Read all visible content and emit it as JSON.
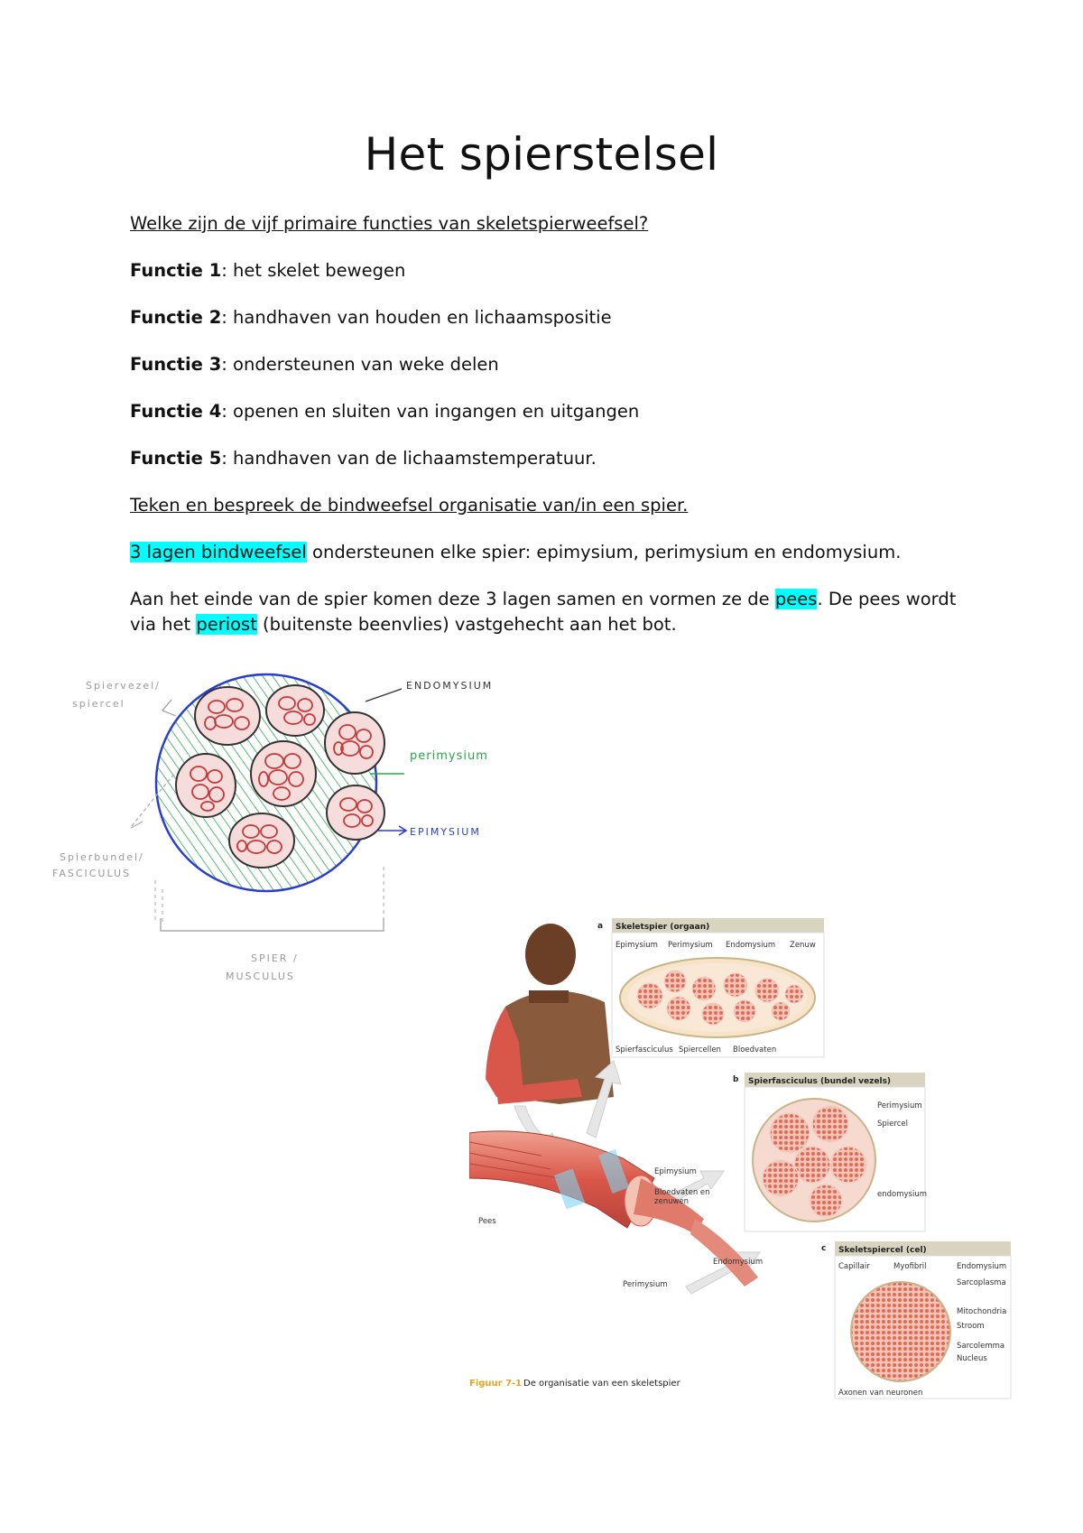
{
  "title": "Het spierstelsel",
  "question1": "Welke zijn de vijf primaire functies van skeletspierweefsel?",
  "functions": [
    {
      "label": "Functie 1",
      "text": ": het skelet bewegen"
    },
    {
      "label": "Functie 2",
      "text": ": handhaven van houden en lichaamspositie"
    },
    {
      "label": "Functie 3",
      "text": ": ondersteunen van weke delen"
    },
    {
      "label": "Functie 4",
      "text": ": openen en sluiten van ingangen en uitgangen"
    },
    {
      "label": "Functie 5",
      "text": ": handhaven van de lichaamstemperatuur."
    }
  ],
  "question2": "Teken en bespreek de bindweefsel organisatie van/in een spier.",
  "para1": {
    "highlight": "3 lagen bindweefsel",
    "rest": " ondersteunen elke spier: epimysium, perimysium en endomysium."
  },
  "para2": {
    "t1": "Aan het einde van de spier komen deze 3 lagen samen en vormen ze de ",
    "h1": "pees",
    "t2": ". De pees wordt via het ",
    "h2": "periost",
    "t3": " (buitenste beenvlies) vastgehecht aan het bot."
  },
  "sketch": {
    "labels": {
      "spiervezel": "Spiervezel/",
      "spiercel": "spiercel",
      "endomysium": "ENDOMYSIUM",
      "perimysium": "perimysium",
      "epimysium": "EPIMYSIUM",
      "spierbundel": "Spierbundel/",
      "fasciculus": "FASCICULUS",
      "spier": "SPIER /",
      "musculus": "MUSCULUS"
    },
    "colors": {
      "epimysium": "#2a3fc9",
      "perimysium": "#27a84a",
      "fiber": "#c43a3a",
      "fill": "#f3d0d0"
    }
  },
  "figure": {
    "panel_a": {
      "letter": "a",
      "header": "Skeletspier (orgaan)",
      "top_labels": [
        "Epimysium",
        "Perimysium",
        "Endomysium",
        "Zenuw"
      ],
      "bottom_labels": [
        "Spierfasciculus",
        "Spiercellen",
        "Bloedvaten"
      ]
    },
    "panel_b": {
      "letter": "b",
      "header": "Spierfasciculus (bundel vezels)",
      "labels": [
        "Perimysium",
        "Spiercel",
        "endomysium"
      ]
    },
    "panel_c": {
      "letter": "c",
      "header": "Skeletspiercel (cel)",
      "left_labels": [
        "Capillair",
        "Myofibril"
      ],
      "right_labels": [
        "Endomysium",
        "Sarcoplasma",
        "Mitochondria",
        "Stroom",
        "Sarcolemma",
        "Nucleus"
      ],
      "bottom_label": "Axonen van neuronen"
    },
    "muscle_labels": {
      "epimysium": "Epimysium",
      "vessels_1": "Bloedvaten en",
      "vessels_2": "zenuwen",
      "pees": "Pees",
      "endomysium": "Endomysium",
      "perimysium": "Perimysium"
    },
    "caption_num": "Figuur 7-1",
    "caption_text": "De organisatie van een skeletspier",
    "colors": {
      "caption": "#e8a320",
      "muscle": "#d9574a",
      "skin": "#8a5a3c",
      "header_bg": "#d8d4c0",
      "arrow": "#d9d9d9",
      "plane": "#7fd6f0"
    }
  }
}
